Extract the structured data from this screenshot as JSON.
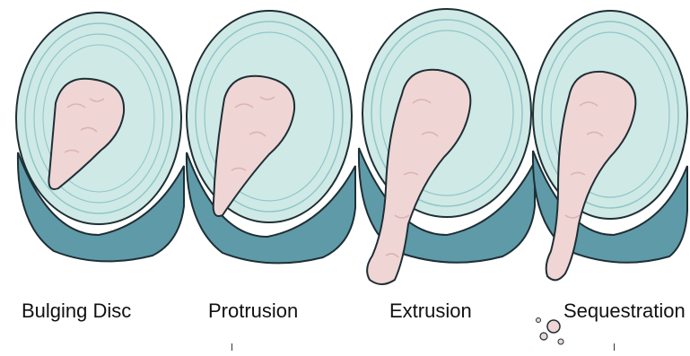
{
  "diagram": {
    "stages": [
      {
        "key": "bulging",
        "label": "Bulging Disc"
      },
      {
        "key": "protrusion",
        "label": "Protrusion"
      },
      {
        "key": "extrusion",
        "label": "Extrusion"
      },
      {
        "key": "sequestration",
        "label": "Sequestration"
      }
    ],
    "colors": {
      "disc_top": "#cfe9e7",
      "disc_ring": "#8fc7c6",
      "disc_side": "#5f9aa8",
      "outline": "#1e2f35",
      "nucleus": "#f0d5d5",
      "nucleus_shade": "#d9b3b5"
    }
  }
}
